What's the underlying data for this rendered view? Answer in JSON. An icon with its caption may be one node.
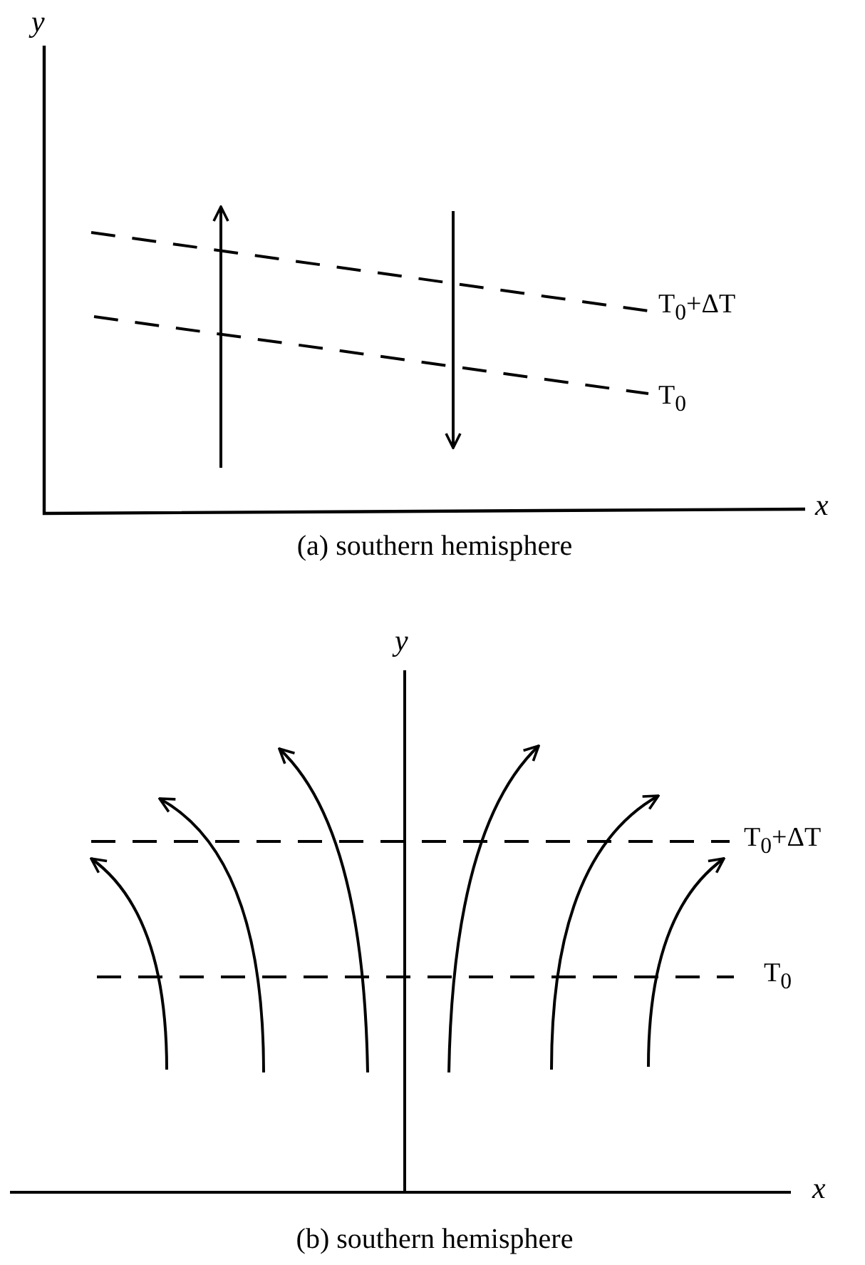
{
  "diagram": {
    "labels": [
      "y",
      "T$_{0}$+ΔT",
      "T$_{0}$",
      "x",
      "(a) southern hemisphere",
      "y",
      "T$_{0}$+ΔT",
      "T$_{0}$",
      "x",
      "(b) southern hemisphere"
    ]
  }
}
